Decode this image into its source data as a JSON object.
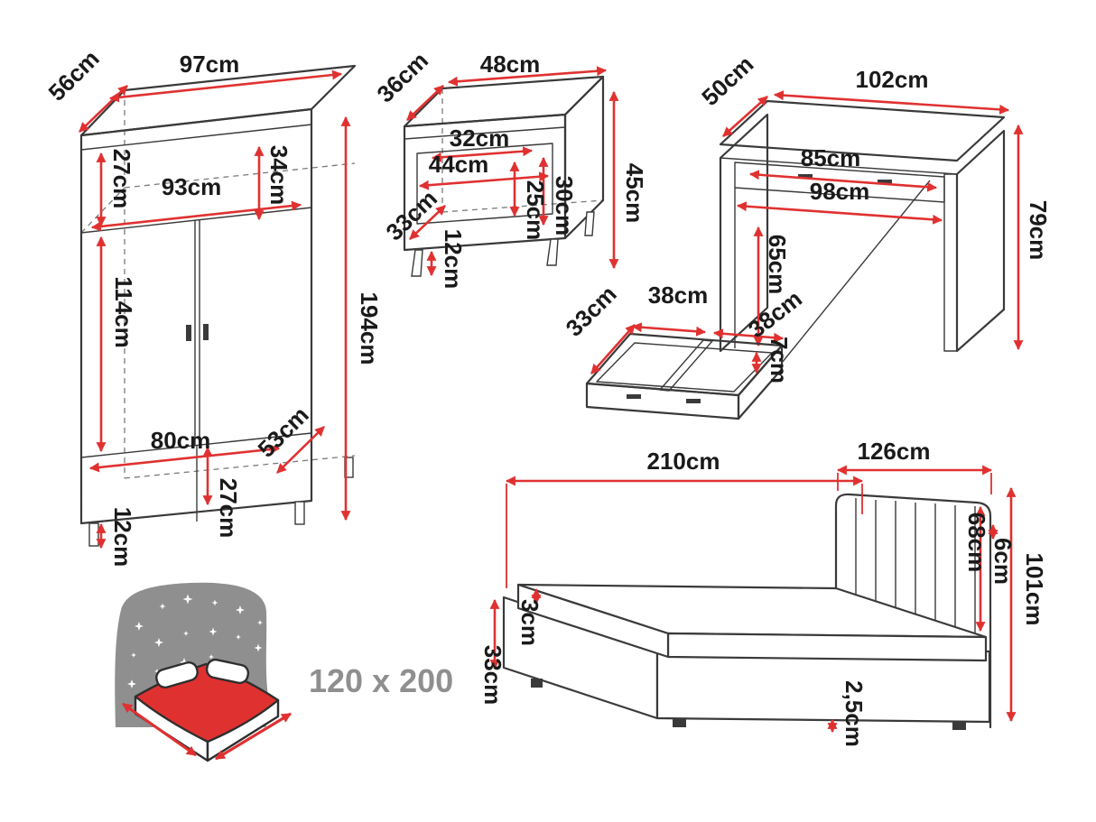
{
  "page": {
    "background": "#ffffff"
  },
  "colors": {
    "dimension_red": "#e03131",
    "outline_gray": "#3a3a3a",
    "icon_gray": "#8f8f8f",
    "label_black": "#1a1a1a"
  },
  "wardrobe": {
    "depth": "56cm",
    "width": "97cm",
    "height": "194cm",
    "top_section_left": "27cm",
    "top_section_right": "34cm",
    "interior_width": "93cm",
    "door_height": "114cm",
    "bottom_interior_width": "80cm",
    "interior_depth": "53cm",
    "leg_height": "12cm",
    "bottom_section": "27cm"
  },
  "nightstand": {
    "depth": "36cm",
    "width": "48cm",
    "height": "45cm",
    "niche_width": "32cm",
    "interior_width": "44cm",
    "niche_height": "25cm",
    "interior_height": "30cm",
    "interior_depth": "33cm",
    "leg_height": "12cm"
  },
  "desk": {
    "depth": "50cm",
    "width": "102cm",
    "height": "79cm",
    "drawer_width": "85cm",
    "interior_width": "98cm",
    "legroom_height": "65cm"
  },
  "drawer": {
    "depth": "33cm",
    "left_compartment": "38cm",
    "right_compartment": "38cm",
    "height": "7cm"
  },
  "bed": {
    "length": "210cm",
    "headboard_width": "126cm",
    "total_height": "101cm",
    "headboard_height": "68cm",
    "frame_thickness": "6cm",
    "mattress_lip": "3cm",
    "base_height": "33cm",
    "leg_height": "2,5cm",
    "mattress_size": "120 x 200"
  }
}
